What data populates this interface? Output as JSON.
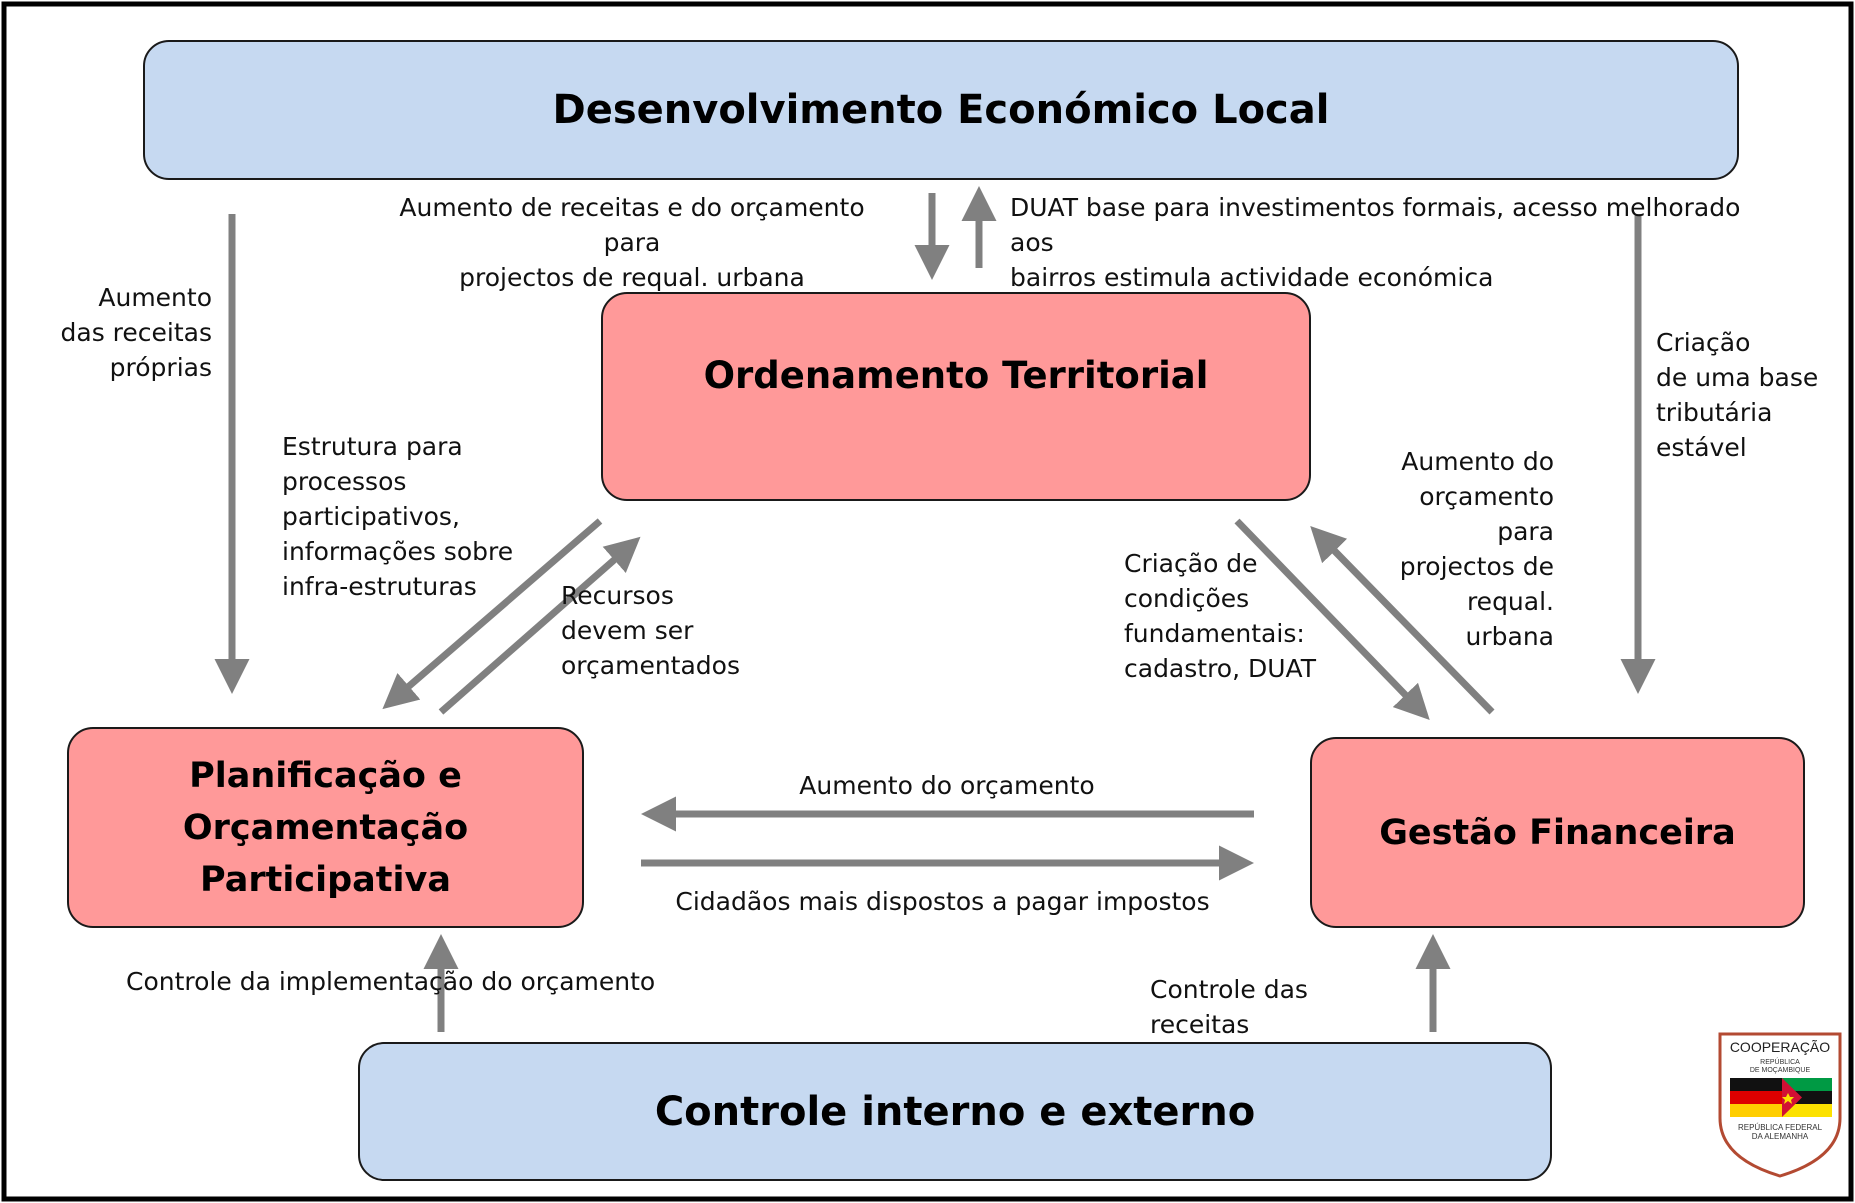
{
  "boxes": {
    "del": "Desenvolvimento Económico Local",
    "ot": "Ordenamento Territorial",
    "pop": [
      "Planificação e",
      "Orçamentação",
      "Participativa"
    ],
    "gf": "Gestão Financeira",
    "cie": "Controle interno e externo"
  },
  "labels": {
    "del_to_ot": "Aumento de receitas e do orçamento para\nprojectos de requal. urbana",
    "ot_to_del": "DUAT base para investimentos formais, acesso melhorado aos\nbairros estimula actividade económica",
    "del_to_pop": "Aumento\ndas receitas\npróprias",
    "del_to_gf": "Criação\nde uma base\ntributária\nestável",
    "ot_to_pop": "Estrutura para\nprocessos\nparticipativos,\ninformações sobre\ninfra-estruturas",
    "pop_to_ot": "Recursos\ndevem ser\norçamentados",
    "ot_to_gf": "Criação  de\ncondições\nfundamentais:\ncadastro, DUAT",
    "gf_to_ot": "Aumento do\norçamento\npara\nprojectos de\nrequal.\nurbana",
    "gf_to_pop": "Aumento do orçamento",
    "pop_to_gf": "Cidadãos mais dispostos a pagar impostos",
    "cie_to_pop": "Controle da implementação do orçamento",
    "cie_to_gf": "Controle das receitas"
  },
  "logo": {
    "title": "COOPERAÇÃO",
    "line1": "REPÚBLICA",
    "line2": "DE MOÇAMBIQUE",
    "line3": "REPÚBLICA FEDERAL",
    "line4": "DA ALEMANHA"
  },
  "colors": {
    "blue_box": "#c6d9f1",
    "red_box": "#ff9999",
    "arrow": "#808080"
  }
}
